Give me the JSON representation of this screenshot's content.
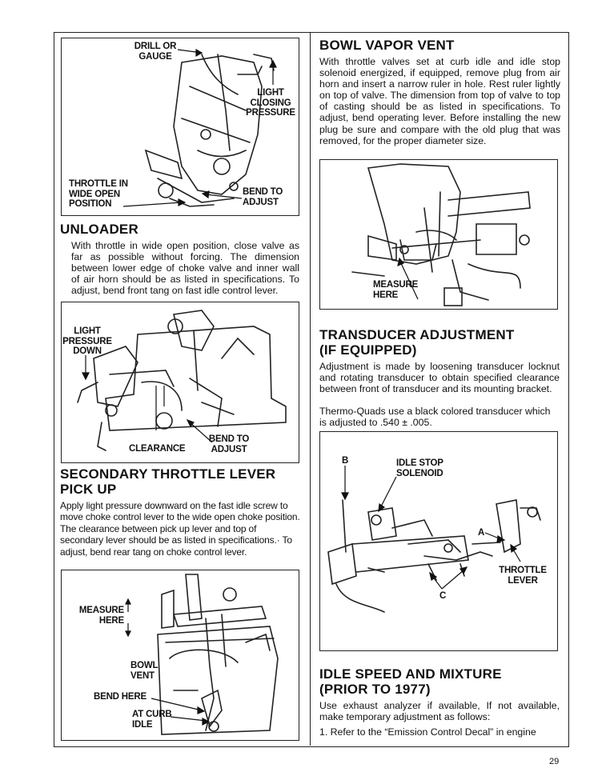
{
  "page_number": "29",
  "figures": {
    "unloader": {
      "labels": [
        "DRILL OR\nGAUGE",
        "LIGHT\nCLOSING\nPRESSURE",
        "THROTTLE IN\nWIDE OPEN\nPOSITION",
        "BEND TO\nADJUST"
      ]
    },
    "secondary_throttle": {
      "labels": [
        "LIGHT\nPRESSURE\nDOWN",
        "CLEARANCE",
        "BEND TO\nADJUST"
      ]
    },
    "bowl_vent_lower": {
      "labels": [
        "MEASURE\nHERE",
        "BOWL\nVENT",
        "BEND HERE",
        "AT CURB\nIDLE"
      ]
    },
    "bowl_vapor": {
      "labels": [
        "MEASURE\nHERE"
      ]
    },
    "idle_stop": {
      "labels": [
        "B",
        "IDLE STOP\nSOLENOID",
        "A",
        "THROTTLE\nLEVER",
        "C"
      ]
    }
  },
  "sections": {
    "unloader": {
      "heading": "UNLOADER",
      "body": "With throttle in wide open position, close valve as far as possible without forcing. The dimension between lower edge of choke valve and inner wall of air horn should be as listed in specifications. To adjust, bend front tang on fast idle control lever."
    },
    "secondary": {
      "heading": "SECONDARY THROTTLE LEVER\nPICK UP",
      "body": "Apply light pressure downward on the fast idle screw to move choke control lever to the wide open choke position. The clearance between pick up lever and top of secondary lever should be as listed in specifications.· To adjust, bend rear tang on choke control lever."
    },
    "bowl_vapor_vent": {
      "heading": "BOWL VAPOR VENT",
      "body": "With throttle valves set at curb idle and idle stop solenoid energized, if equipped, remove plug from air horn and insert a narrow ruler in hole. Rest ruler lightly on top of valve. The dimension from top of valve to top of casting should be as listed in specifications. To adjust, bend operating lever. Before installing the new plug be sure and compare with the old plug that was removed, for the proper diameter size."
    },
    "transducer": {
      "heading": "TRANSDUCER ADJUSTMENT\n(IF EQUIPPED)",
      "body": "Adjustment is made by loosening transducer locknut and rotating transducer to obtain specified clearance between front of transducer and its mounting bracket.",
      "body2": "Thermo-Quads use a black colored transducer which is adjusted to .540 ± .005."
    },
    "idle_speed": {
      "heading": "IDLE SPEED AND MIXTURE\n(PRIOR TO 1977)",
      "body": "Use exhaust analyzer if available, If not available, make temporary adjustment as follows:",
      "item1": "1. Refer to the “Emission Control Decal” in engine"
    }
  }
}
